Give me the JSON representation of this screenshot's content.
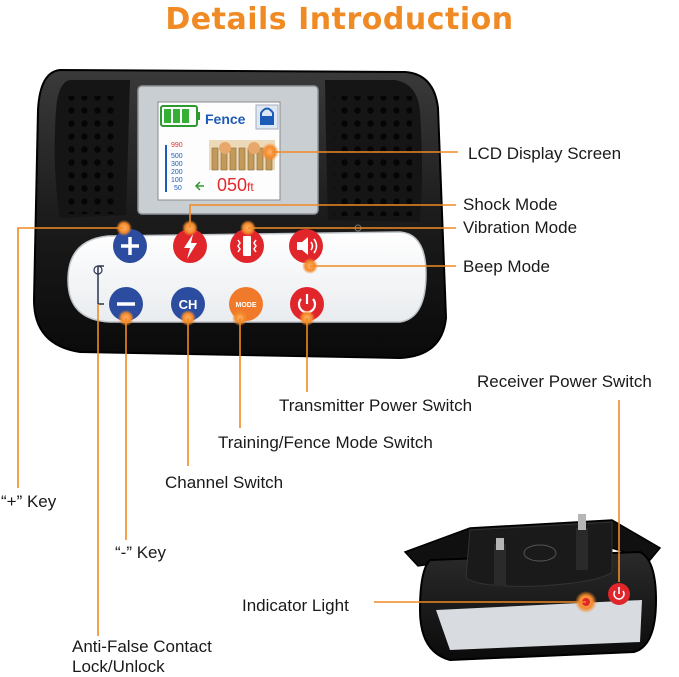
{
  "title": "Details Introduction",
  "screen": {
    "mode": "Fence",
    "ticks": [
      "990",
      "500",
      "300",
      "200",
      "100",
      "50"
    ],
    "distance": "050",
    "unit": "ft"
  },
  "buttons": {
    "channel": "CH",
    "mode": "MODE"
  },
  "labels": {
    "lcd": "LCD Display Screen",
    "shock": "Shock Mode",
    "vibration": "Vibration Mode",
    "beep": "Beep Mode",
    "receiver_power": "Receiver Power Switch",
    "transmitter_power": "Transmitter Power Switch",
    "training_fence": "Training/Fence Mode Switch",
    "channel": "Channel Switch",
    "plus_key": "“+” Key",
    "minus_key": "“-” Key",
    "indicator": "Indicator Light",
    "lock_line1": "Anti-False Contact",
    "lock_line2": "Lock/Unlock"
  },
  "colors": {
    "accent": "#f08a24",
    "blue_button": "#2b4c9f",
    "red_button": "#e0262b",
    "orange_button": "#f07a2a",
    "lcd_red": "#e32a2a",
    "lcd_blue": "#1d5bb8"
  }
}
